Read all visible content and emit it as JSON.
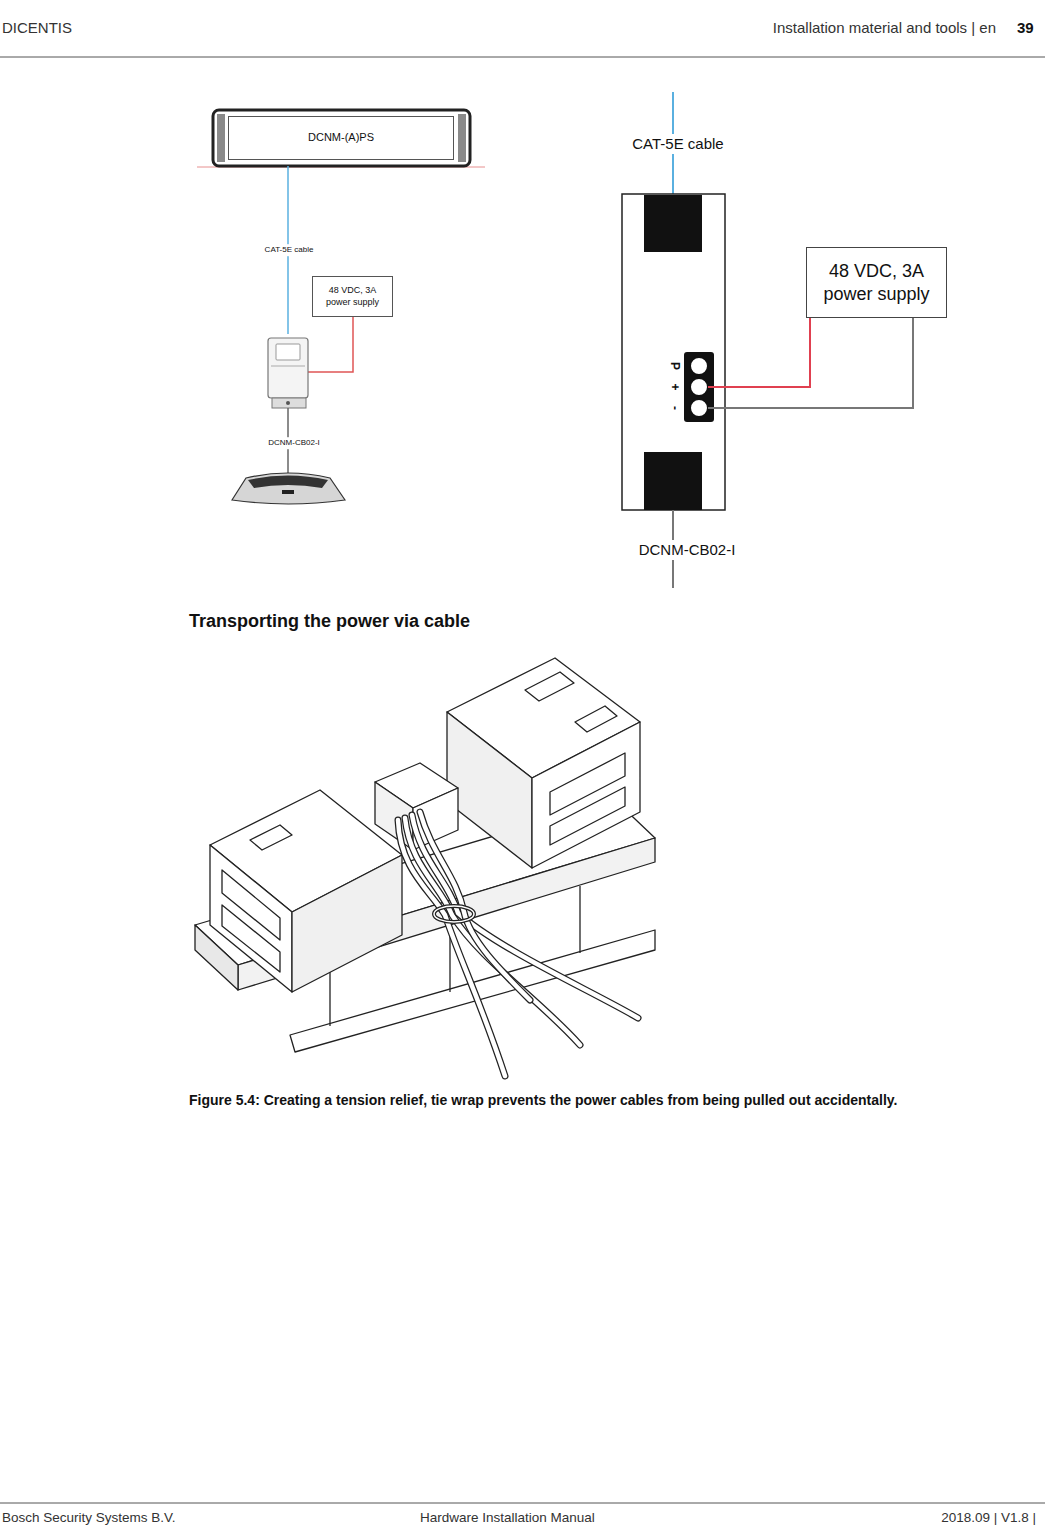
{
  "diagram": {
    "title": "Transporting the power via cable",
    "caption": "Figure 5.4: Creating a tension relief, tie wrap prevents the power cables from being pulled out accidentally.",
    "nodes": [
      {
        "text": [
          "DCNM-(A)PS"
        ]
      },
      {
        "text": [
          "48 VDC, 3A power supply"
        ]
      },
      {
        "text": [
          "48 VDC, 3A power supply"
        ]
      }
    ],
    "labels": [
      "DICENTIS",
      "Installation material and tools | en",
      "39",
      "CAT-5E cable",
      "DCNM-CB02-I",
      "CAT-5E cable",
      "P",
      "+",
      "-",
      "DCNM-CB02-I",
      "Bosch Security Systems B.V.",
      "Hardware Installation Manual",
      "2018.09 | V1.8 |"
    ]
  }
}
